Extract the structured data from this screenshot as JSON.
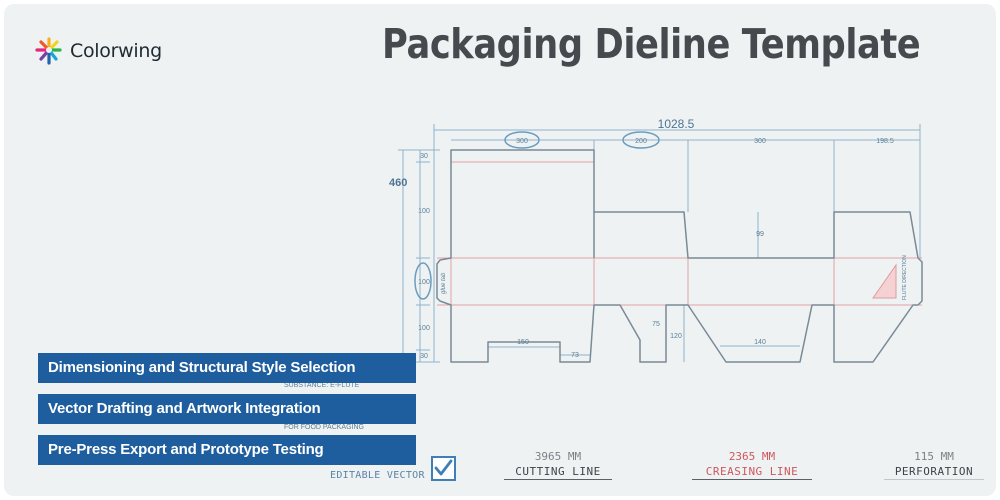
{
  "brand": {
    "name": "Colorwing",
    "colors": {
      "primary": "#1e5e9e",
      "dieline": "#7a8a96",
      "dimension": "#6a9cbf",
      "crease": "#e2a3a6"
    }
  },
  "title": "Packaging Dieline Template",
  "steps": [
    "Dimensioning and Structural Style Selection",
    "Vector Drafting and Artwork Integration",
    "Pre-Press Export and Prototype Testing"
  ],
  "dieline": {
    "overall_width": "1028.5",
    "overall_height": "460",
    "panel_dims": [
      "300",
      "200",
      "300",
      "198.5"
    ],
    "vertical_dims": [
      "30",
      "100",
      "100",
      "100",
      "30"
    ],
    "glue_dim": "100",
    "tuck_dim": "99",
    "bottom_dims": [
      "150",
      "73",
      "75",
      "120",
      "140"
    ],
    "glue_text": "glue tab",
    "flute_text": "FLUTE DIRECTION",
    "notes": [
      "SUBSTANCE: E-FLUTE",
      "FOR FOOD PACKAGING"
    ]
  },
  "measurements": [
    {
      "value": "3965 MM",
      "label": "CUTTING LINE",
      "color": "#3c4349"
    },
    {
      "value": "2365 MM",
      "label": "CREASING LINE",
      "color": "#d0575c"
    },
    {
      "value": "115 MM",
      "label": "PERFORATION",
      "color": "#3c4349"
    }
  ],
  "editable_label": "EDITABLE VECTOR",
  "icons": {
    "logo": "colorwing-burst-icon",
    "checkbox": "checkbox-checked-icon"
  }
}
